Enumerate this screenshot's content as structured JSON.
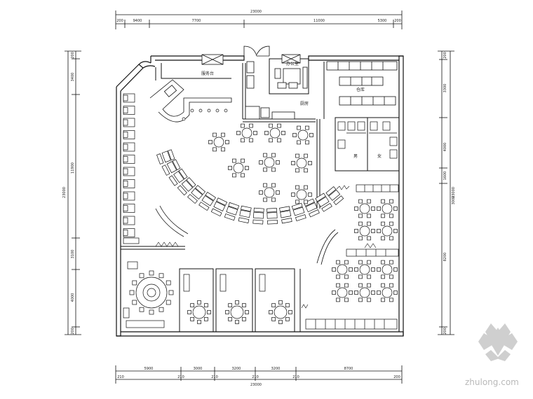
{
  "dimensions": {
    "top_overall": "23000",
    "top_segments": [
      "200",
      "9400",
      "7700",
      "11000",
      "5300",
      "200"
    ],
    "bottom_overall": "23000",
    "bottom_segments": [
      "5900",
      "3000",
      "3200",
      "3200",
      "8700"
    ],
    "bottom_walls": [
      "210",
      "210",
      "210",
      "210",
      "210",
      "200"
    ],
    "left_overall": "23000",
    "left_segments": [
      "200",
      "3400",
      "11900",
      "3100",
      "4000",
      "200"
    ],
    "right_overall": "23000",
    "right_segments": [
      "200",
      "3300",
      "4000",
      "1600",
      "3000",
      "8200",
      "200"
    ]
  },
  "rooms": {
    "reception": "服务台",
    "office": "办公室",
    "kitchen": "厨房",
    "storage": "仓库",
    "male_wc": "男",
    "female_wc": "女"
  },
  "watermark": "zhulong.com"
}
